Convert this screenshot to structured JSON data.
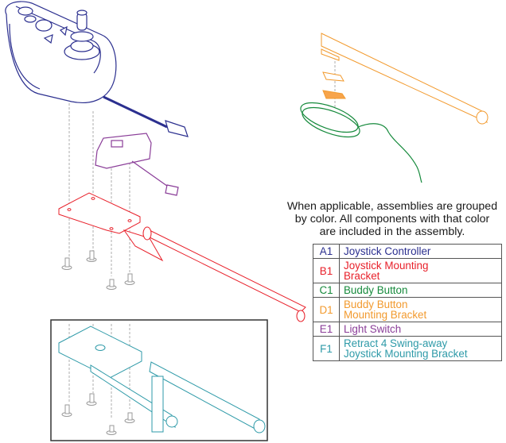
{
  "note": {
    "line1": "When applicable, assemblies are grouped",
    "line2": "by color. All components with that color",
    "line3": "are included in the assembly."
  },
  "legend": [
    {
      "code": "A1",
      "desc_line1": "Joystick Controller",
      "desc_line2": "",
      "color": "#2b2f8f"
    },
    {
      "code": "B1",
      "desc_line1": "Joystick Mounting",
      "desc_line2": "Bracket",
      "color": "#e8202a"
    },
    {
      "code": "C1",
      "desc_line1": "Buddy Button",
      "desc_line2": "",
      "color": "#168a3c"
    },
    {
      "code": "D1",
      "desc_line1": "Buddy Button",
      "desc_line2": "Mounting Bracket",
      "color": "#f29a2e"
    },
    {
      "code": "E1",
      "desc_line1": "Light Switch",
      "desc_line2": "",
      "color": "#8a3d98"
    },
    {
      "code": "F1",
      "desc_line1": "Retract 4 Swing-away",
      "desc_line2": "Joystick Mounting Bracket",
      "color": "#2e9aa8"
    }
  ],
  "colors": {
    "joystick": "#2b2f8f",
    "bracket": "#e8202a",
    "buddy_button": "#168a3c",
    "buddy_bracket": "#f29a2e",
    "light_switch": "#8a3d98",
    "swing_away": "#2e9aa8",
    "hardware": "#9a9a9a"
  }
}
